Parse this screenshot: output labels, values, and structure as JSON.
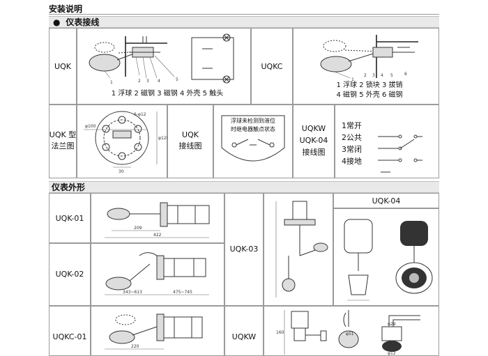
{
  "sections": {
    "install_title": "安装说明",
    "wiring_title": "仪表接线",
    "wiring_bullet": "●",
    "outline_title": "仪表外形"
  },
  "wiring": {
    "uqk_label": "UQK",
    "uqk_caption": "1 浮球 2 磁钢 3 磁钢 4 外壳 5 触头",
    "uqkc_label": "UQKC",
    "uqkc_caption_line1": "1 浮球 2 锁块 3 拔销",
    "uqkc_caption_line2": "4 磁钢 5 外壳 6 磁钢",
    "flange_label_line1": "UQK 型",
    "flange_label_line2": "法兰图",
    "uqk_wiring_label_line1": "UQK",
    "uqk_wiring_label_line2": "接线图",
    "wiring_note_line1": "浮球未检测到液位",
    "wiring_note_line2": "时继电器触点状态",
    "uqkw_label_line1": "UQKW",
    "uqkw_label_line2": "UQK-04",
    "uqkw_label_line3": "接线图",
    "terminals": [
      {
        "num": "1",
        "text": "常开"
      },
      {
        "num": "2",
        "text": "公共"
      },
      {
        "num": "3",
        "text": "常闭"
      },
      {
        "num": "4",
        "text": "接地"
      }
    ],
    "part_numbers": [
      "1",
      "2",
      "3",
      "4",
      "5",
      "6"
    ],
    "flange_dims": {
      "d100": "φ100",
      "d120": "φ120",
      "dim30": "30",
      "holes": "6-φ12"
    }
  },
  "outline": {
    "uqk01_label": "UQK-01",
    "uqk02_label": "UQK-02",
    "uqkc01_label": "UQKC-01",
    "uqk03_label": "UQK-03",
    "uqkw_label": "UQKW",
    "uqk04_label": "UQK-04",
    "dims": {
      "d209": "209",
      "d422": "422",
      "d343": "343~613",
      "d475": "475~745",
      "d220": "220",
      "d51": "φ51",
      "d29": "φ29",
      "d12": "φ12",
      "d160": "160"
    }
  }
}
